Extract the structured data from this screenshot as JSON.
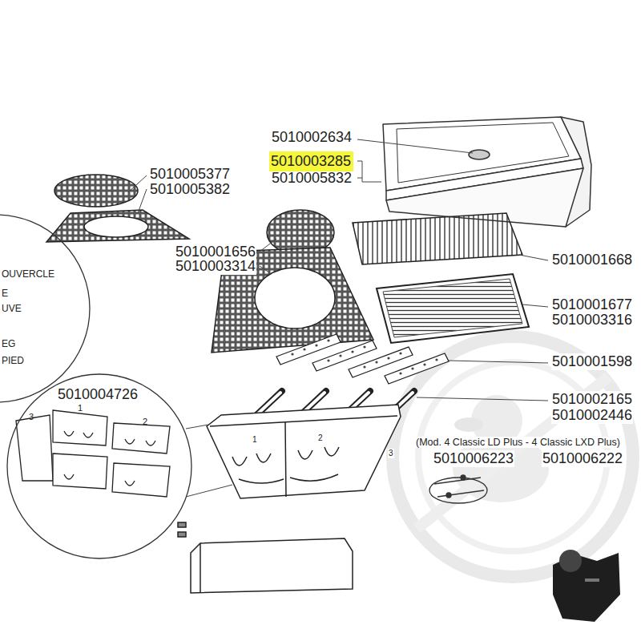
{
  "diagram": {
    "nodes": [
      {
        "text": [
          "5010003285"
        ]
      },
      {
        "text": [
          "OUVERCLE",
          "E",
          "UVE",
          "EG",
          "PIED"
        ]
      },
      {
        "text": [
          "5010004726",
          "3",
          "1",
          "2"
        ]
      }
    ],
    "labels": [
      "5010002634",
      "5010005832",
      "5010005377",
      "5010005382",
      "5010001656",
      "5010001668",
      "5010003314",
      "5010001677",
      "5010003316",
      "5010001598",
      "5010002165",
      "5010002446",
      "2",
      "1",
      "(Mod. 4 Classic LD Plus - 4 Classic LXD Plus)",
      "3",
      "5010006223",
      "5010006222"
    ]
  }
}
